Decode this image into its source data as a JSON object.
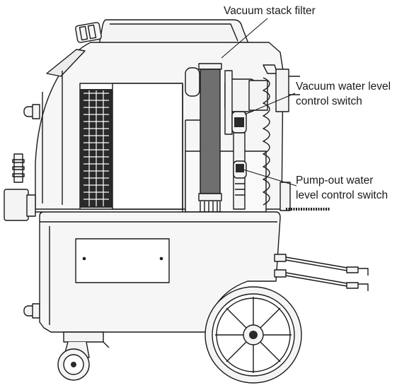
{
  "callouts": {
    "vacuum_stack_filter": "Vacuum stack filter",
    "vacuum_water_level": [
      "Vacuum water level",
      "control switch"
    ],
    "pumpout_water_level": [
      "Pump-out water",
      "level control switch"
    ]
  },
  "colors": {
    "ink": "#1a1a1a",
    "body_fill": "#f4f4f4",
    "filter_fill": "#6f6f6f",
    "vent_fill": "#2a2a2a"
  }
}
